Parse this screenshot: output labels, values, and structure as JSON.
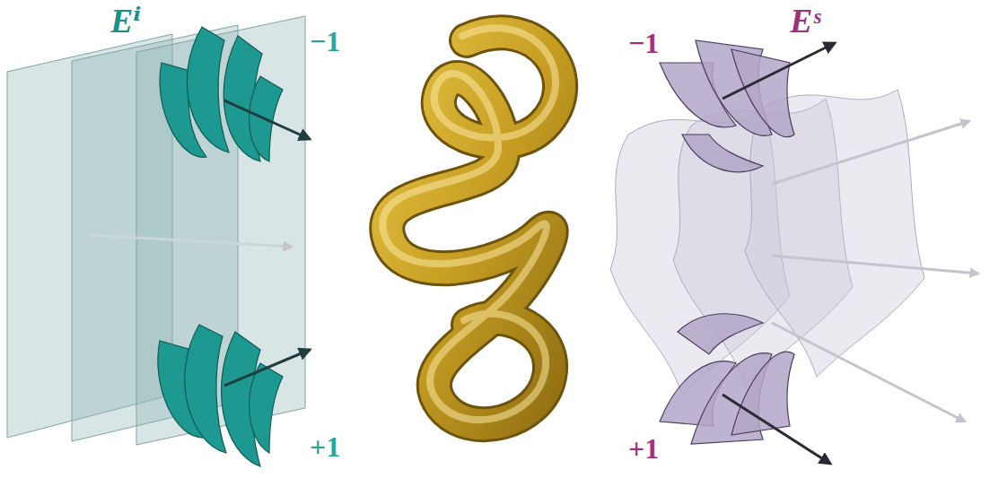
{
  "diagram": {
    "labels": [
      "Eⁱ",
      "−1",
      "+1",
      "Eˢ",
      "−1",
      "+1"
    ]
  }
}
